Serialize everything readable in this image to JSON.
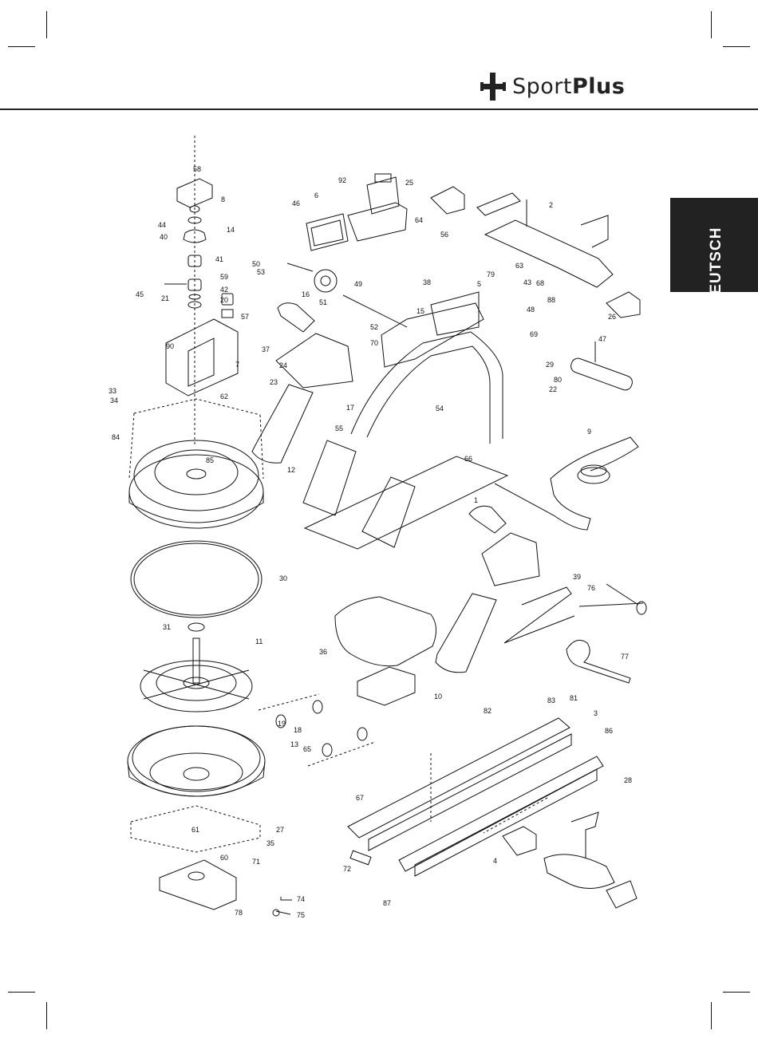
{
  "brand": {
    "name_light": "Sport",
    "name_bold": "Plus"
  },
  "language_tab": "DEUTSCH",
  "legend": {
    "part_a": "74",
    "part_b": "75"
  },
  "parts": [
    {
      "id": "58"
    },
    {
      "id": "8"
    },
    {
      "id": "44"
    },
    {
      "id": "40"
    },
    {
      "id": "14"
    },
    {
      "id": "41"
    },
    {
      "id": "45"
    },
    {
      "id": "21"
    },
    {
      "id": "59"
    },
    {
      "id": "42"
    },
    {
      "id": "20"
    },
    {
      "id": "57"
    },
    {
      "id": "90"
    },
    {
      "id": "7"
    },
    {
      "id": "33"
    },
    {
      "id": "34"
    },
    {
      "id": "62"
    },
    {
      "id": "84"
    },
    {
      "id": "85"
    },
    {
      "id": "12"
    },
    {
      "id": "30"
    },
    {
      "id": "31"
    },
    {
      "id": "11"
    },
    {
      "id": "13"
    },
    {
      "id": "61"
    },
    {
      "id": "78"
    },
    {
      "id": "60"
    },
    {
      "id": "71"
    },
    {
      "id": "92"
    },
    {
      "id": "6"
    },
    {
      "id": "46"
    },
    {
      "id": "64"
    },
    {
      "id": "53"
    },
    {
      "id": "50"
    },
    {
      "id": "49"
    },
    {
      "id": "16"
    },
    {
      "id": "51"
    },
    {
      "id": "52"
    },
    {
      "id": "37"
    },
    {
      "id": "70"
    },
    {
      "id": "24"
    },
    {
      "id": "23"
    },
    {
      "id": "17"
    },
    {
      "id": "55"
    },
    {
      "id": "25"
    },
    {
      "id": "2"
    },
    {
      "id": "56"
    },
    {
      "id": "38"
    },
    {
      "id": "79"
    },
    {
      "id": "63"
    },
    {
      "id": "5"
    },
    {
      "id": "43"
    },
    {
      "id": "68"
    },
    {
      "id": "88"
    },
    {
      "id": "48"
    },
    {
      "id": "15"
    },
    {
      "id": "69"
    },
    {
      "id": "47"
    },
    {
      "id": "26"
    },
    {
      "id": "29"
    },
    {
      "id": "54"
    },
    {
      "id": "80"
    },
    {
      "id": "22"
    },
    {
      "id": "9"
    },
    {
      "id": "66"
    },
    {
      "id": "1"
    },
    {
      "id": "36"
    },
    {
      "id": "10"
    },
    {
      "id": "39"
    },
    {
      "id": "76"
    },
    {
      "id": "77"
    },
    {
      "id": "65"
    },
    {
      "id": "19"
    },
    {
      "id": "18"
    },
    {
      "id": "67"
    },
    {
      "id": "87"
    },
    {
      "id": "35"
    },
    {
      "id": "83"
    },
    {
      "id": "81"
    },
    {
      "id": "3"
    },
    {
      "id": "82"
    },
    {
      "id": "86"
    },
    {
      "id": "28"
    },
    {
      "id": "27"
    },
    {
      "id": "72"
    },
    {
      "id": "4"
    }
  ]
}
